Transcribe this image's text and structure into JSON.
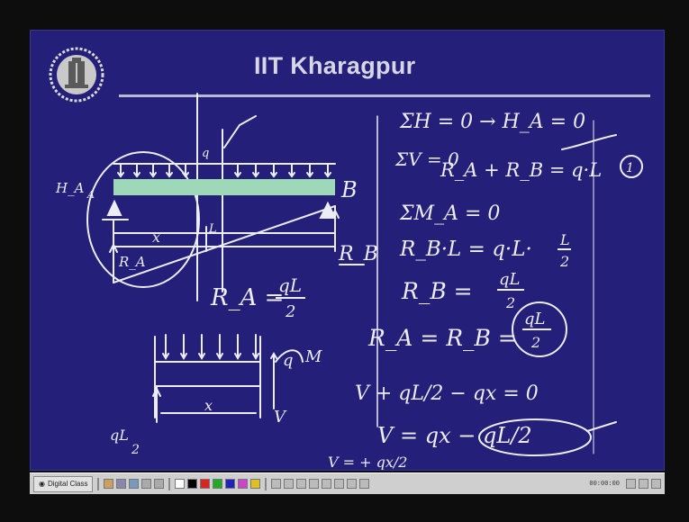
{
  "slide": {
    "title": "IIT Kharagpur",
    "logo": "iit-kharagpur-logo"
  },
  "notes": {
    "eq1": "ΣH = 0 → H_A = 0",
    "eq2": "ΣV = 0",
    "eq3": "R_A + R_B = q·L",
    "eq3_ref": "1",
    "eq4": "ΣM_A = 0",
    "eq5_lhs": "R_B·L = q·L·",
    "eq5_frac_num": "L",
    "eq5_frac_den": "2",
    "eq6_lhs": "R_B =",
    "eq6_num": "qL",
    "eq6_den": "2",
    "eq7_lhs": "R_A = R_B =",
    "eq7_num": "qL",
    "eq7_den": "2",
    "eq8": "V + qL/2 − qx = 0",
    "eq9": "V = qx − qL/2",
    "eq10": "V = + qx/2",
    "ra_lhs": "R_A =",
    "ra_num": "qL",
    "ra_den": "2"
  },
  "diagram": {
    "label_ha": "H_A",
    "label_a": "A",
    "label_b": "B",
    "label_q": "q",
    "label_x": "x",
    "label_L": "L",
    "label_ra": "R_A",
    "label_rb": "R_B",
    "fbd_label_m": "M",
    "fbd_label_v": "V",
    "fbd_label_x": "x",
    "fbd_label_q": "q",
    "fbd_label_ql": "qL",
    "fbd_label_2": "2"
  },
  "taskbar": {
    "start_label": "Digital Class",
    "clock": "00:00:00"
  },
  "colors": {
    "slide_bg": "#241f78",
    "ink": "#ececf5",
    "beam": "#9fd8b8",
    "title": "#d6d6e6"
  }
}
